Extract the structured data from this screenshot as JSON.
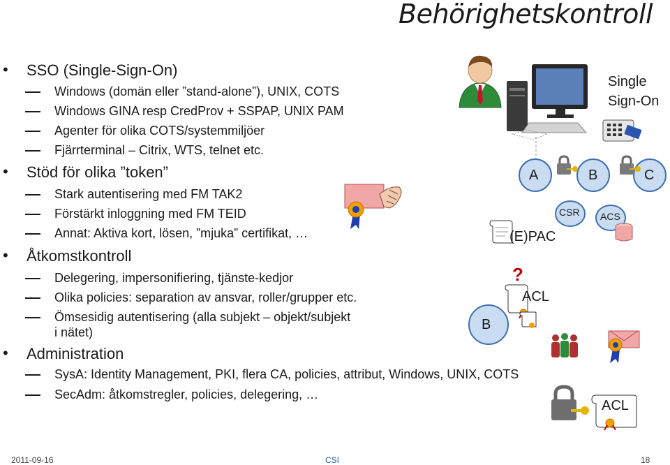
{
  "slide": {
    "title": "Behörighetskontroll",
    "bullets": [
      {
        "text": "SSO (Single-Sign-On)",
        "subs": [
          "Windows (domän eller ”stand-alone”), UNIX, COTS",
          "Windows GINA resp CredProv + SSPAP, UNIX PAM",
          "Agenter för olika COTS/systemmiljöer",
          "Fjärrterminal – Citrix, WTS, telnet etc."
        ]
      },
      {
        "text": "Stöd för olika ”token”",
        "subs": [
          "Stark autentisering med FM TAK2",
          "Förstärkt inloggning med FM TEID",
          "Annat: Aktiva kort, lösen, ”mjuka” certifikat, …"
        ]
      },
      {
        "text": "Åtkomstkontroll",
        "subs": [
          "Delegering, impersonifiering, tjänste-kedjor",
          "Olika policies: separation av ansvar, roller/grupper etc.",
          "Ömsesidig autentisering (alla subjekt – objekt/subjekt",
          "i nätet)"
        ]
      },
      {
        "text": "Administration",
        "subs": [
          "SysA: Identity Management, PKI, flera CA, policies, attribut, Windows, UNIX, COTS",
          "SecAdm: åtkomstregler, policies, delegering, …"
        ]
      }
    ]
  },
  "diagram": {
    "sso_label_1": "Single",
    "sso_label_2": "Sign-On",
    "label_a": "A",
    "label_b": "B",
    "label_c": "C",
    "label_csr": "CSR",
    "label_acs": "ACS",
    "label_epac": "(E)PAC",
    "label_question": "?",
    "label_acl": "ACL",
    "label_b_circle": "B",
    "label_acl_bottom": "ACL"
  },
  "footer": {
    "date": "2011-09-16",
    "org": "CSI",
    "page": "18"
  },
  "colors": {
    "blue_circle": "#c9dcf2",
    "blue_circle_border": "#3f6fb0",
    "ribbon_blue": "#1f3fb0",
    "seal_orange": "#f0a000",
    "card_pink": "#f2a7a7"
  }
}
